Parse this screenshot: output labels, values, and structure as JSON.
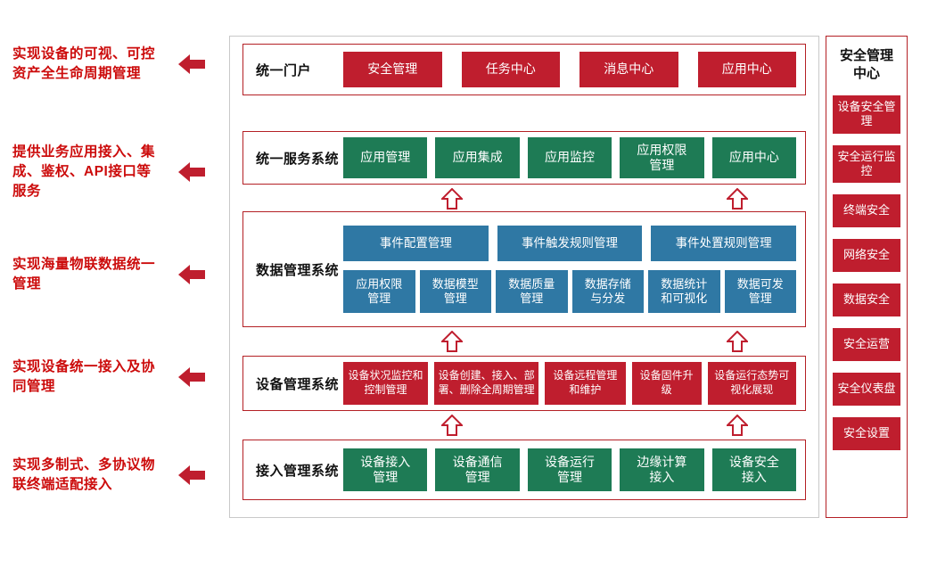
{
  "annotations": [
    "实现设备的可视、可控资产全生命周期管理",
    "提供业务应用接入、集成、鉴权、API接口等服务",
    "实现海量物联数据统一管理",
    "实现设备统一接入及协同管理",
    "实现多制式、多协议物联终端适配接入"
  ],
  "layers": [
    {
      "label": "统一门户",
      "items": [
        "安全管理",
        "任务中心",
        "消息中心",
        "应用中心"
      ]
    },
    {
      "label": "统一服务系统",
      "items": [
        "应用管理",
        "应用集成",
        "应用监控",
        "应用权限管理",
        "应用中心"
      ]
    },
    {
      "label": "数据管理系统",
      "top_items": [
        "事件配置管理",
        "事件触发规则管理",
        "事件处置规则管理"
      ],
      "bottom_items": [
        "应用权限管理",
        "数据模型管理",
        "数据质量管理",
        "数据存储与分发",
        "数据统计和可视化",
        "数据可发管理"
      ]
    },
    {
      "label": "设备管理系统",
      "items": [
        "设备状况监控和控制管理",
        "设备创建、接入、部署、删除全周期管理",
        "设备远程管理和维护",
        "设备固件升级",
        "设备运行态势可视化展现"
      ]
    },
    {
      "label": "接入管理系统",
      "items": [
        "设备接入管理",
        "设备通信管理",
        "设备运行管理",
        "边缘计算接入",
        "设备安全接入"
      ]
    }
  ],
  "security_center": {
    "title": "安全管理中心",
    "items": [
      "设备安全管理",
      "安全运行监控",
      "终端安全",
      "网络安全",
      "数据安全",
      "安全运营",
      "安全仪表盘",
      "安全设置"
    ]
  },
  "colors": {
    "red": "#bf1e2e",
    "green": "#1e7b55",
    "blue": "#2f78a4",
    "annotation_text": "#cc0b0b",
    "panel_border": "#b42025"
  }
}
